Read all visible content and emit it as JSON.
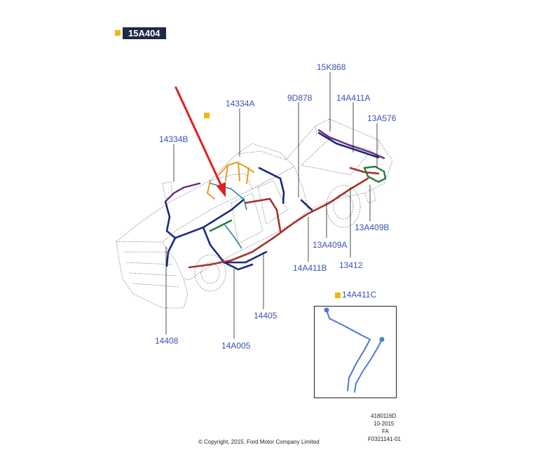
{
  "header": {
    "title": "15A404"
  },
  "labels": {
    "l_15K868": "15K868",
    "l_9D878": "9D878",
    "l_14A411A": "14A411A",
    "l_14334A": "14334A",
    "l_13A576": "13A576",
    "l_14334B": "14334B",
    "l_13A409B": "13A409B",
    "l_13A409A": "13A409A",
    "l_14A411B": "14A411B",
    "l_13412": "13412",
    "l_14405": "14405",
    "l_14408": "14408",
    "l_14A005": "14A005",
    "l_14A411C": "14A411C"
  },
  "footer": {
    "doc_number": "4180116D",
    "date": "10-2015",
    "code": "FA",
    "figure_id": "F0321141-01",
    "copyright": "© Copyright, 2015, Ford Motor Company Limited"
  },
  "colors": {
    "label_blue": "#3a52b8",
    "marker_yellow": "#f2b705",
    "arrow_red": "#e02020",
    "harness_navy": "#1a2a80",
    "harness_red": "#a8302a",
    "harness_orange": "#e0a020",
    "harness_purple": "#6a2a7a",
    "harness_green": "#2a7a3a",
    "inset_harness": "#4a7ad0"
  }
}
